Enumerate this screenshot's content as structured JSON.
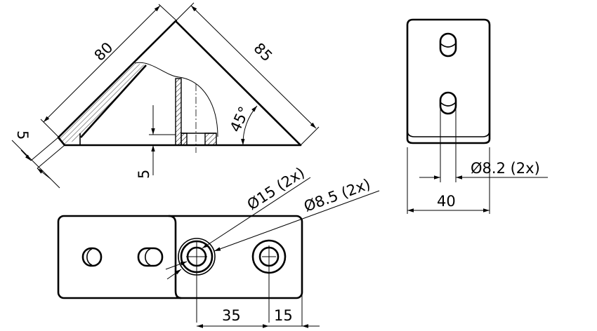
{
  "drawing": {
    "side_view": {
      "dim_leg_left": "80",
      "dim_leg_right": "85",
      "dim_thickness_left": "5",
      "dim_thickness_base": "5",
      "dim_angle": "45°"
    },
    "bottom_view": {
      "dim_counterbore": "Ø15 (2x)",
      "dim_hole": "Ø8.5 (2x)",
      "dim_spacing": "35",
      "dim_edge": "15"
    },
    "end_view": {
      "dim_slot": "Ø8.2 (2x)",
      "dim_width": "40"
    },
    "line_color": "#000000",
    "background": "#ffffff"
  }
}
